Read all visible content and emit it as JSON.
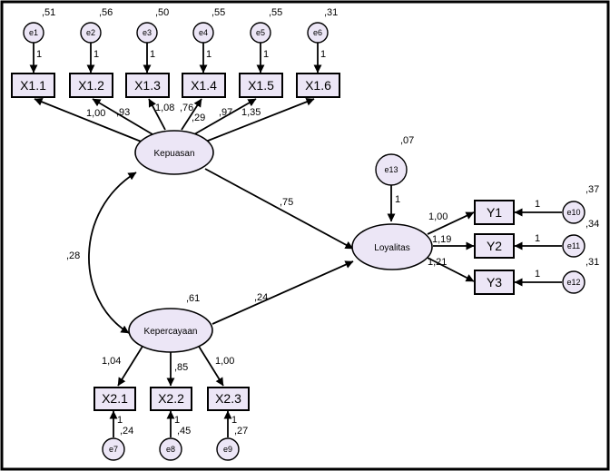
{
  "diagram": {
    "latents": {
      "kepuasan": "Kepuasan",
      "kepercayaan": "Kepercayaan",
      "loyalitas": "Loyalitas"
    },
    "indicators": {
      "x11": "X1.1",
      "x12": "X1.2",
      "x13": "X1.3",
      "x14": "X1.4",
      "x15": "X1.5",
      "x16": "X1.6",
      "x21": "X2.1",
      "x22": "X2.2",
      "x23": "X2.3",
      "y1": "Y1",
      "y2": "Y2",
      "y3": "Y3"
    },
    "errors": {
      "e1": "e1",
      "e2": "e2",
      "e3": "e3",
      "e4": "e4",
      "e5": "e5",
      "e6": "e6",
      "e7": "e7",
      "e8": "e8",
      "e9": "e9",
      "e10": "e10",
      "e11": "e11",
      "e12": "e12",
      "e13": "e13"
    },
    "error_variances": {
      "e1": ",51",
      "e2": ",56",
      "e3": ",50",
      "e4": ",55",
      "e5": ",55",
      "e6": ",31",
      "e7": ",24",
      "e8": ",45",
      "e9": ",27",
      "e10": ",37",
      "e11": ",34",
      "e12": ",31",
      "e13": ",07"
    },
    "error_path_weight": "1",
    "loadings": {
      "x11": "1,00",
      "x12": ",93",
      "x13": "1,08",
      "x14": ",76",
      "x15": ",97",
      "x16": "1,35",
      "x21": "1,04",
      "x22": ",85",
      "x23": "1,00",
      "y1": "1,00",
      "y2": "1,19",
      "y3": "1,21"
    },
    "structural": {
      "kepuasan_loyalitas": ",75",
      "kepercayaan_loyalitas": ",24",
      "covariance": ",28"
    },
    "latent_variances": {
      "kepercayaan": ",61",
      "x14_extra": ",29"
    }
  }
}
